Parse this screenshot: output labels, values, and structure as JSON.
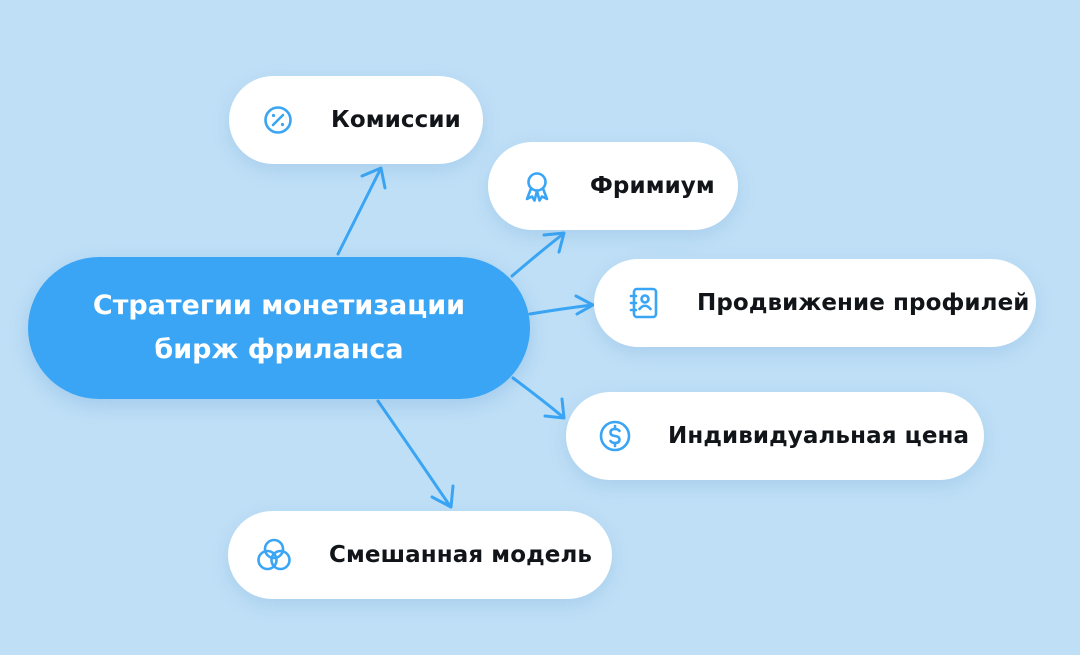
{
  "center": {
    "line1": "Стратегии монетизации",
    "line2": "бирж фриланса"
  },
  "nodes": [
    {
      "id": "commissions",
      "label": "Комиссии",
      "icon": "percent-icon"
    },
    {
      "id": "freemium",
      "label": "Фримиум",
      "icon": "award-ribbon-icon"
    },
    {
      "id": "profile-promotion",
      "label": "Продвижение профилей",
      "icon": "notebook-icon"
    },
    {
      "id": "individual-price",
      "label": "Индивидуальная цена",
      "icon": "dollar-coin-icon"
    },
    {
      "id": "mixed-model",
      "label": "Смешанная модель",
      "icon": "venn-circles-icon"
    }
  ],
  "colors": {
    "background": "#bfdff6",
    "accent": "#3aa5f4",
    "node_fill": "#ffffff",
    "text": "#111418"
  }
}
